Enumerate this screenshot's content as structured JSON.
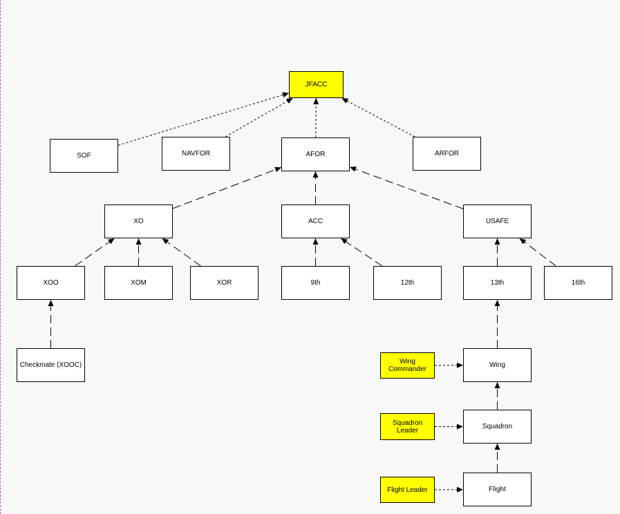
{
  "colors": {
    "background": "#f8f8f8",
    "node_fill": "#ffffff",
    "highlight_fill": "#ffff00",
    "edge": "#000000",
    "left_border": "#d040d0"
  },
  "nodes": {
    "jfacc": "JFACC",
    "sof": "SOF",
    "navfor": "NAVFOR",
    "afor": "AFOR",
    "arfor": "ARFOR",
    "xo": "XO",
    "acc": "ACC",
    "usafe": "USAFE",
    "xoo": "XOO",
    "xom": "XOM",
    "xor": "XOR",
    "ninth": "9th",
    "twelfth": "12th",
    "thirteenth": "13th",
    "sixteenth": "16th",
    "checkmate": "Checkmate (XOOC)",
    "wing": "Wing",
    "squadron": "Squadron",
    "flight": "Flight",
    "wing_commander": "Wing\nCommander",
    "squadron_leader": "Squadron\nLeader",
    "flight_leader": "Flight Leader"
  },
  "edges": [
    {
      "from": "sof",
      "to": "jfacc",
      "style": "dotted"
    },
    {
      "from": "navfor",
      "to": "jfacc",
      "style": "dotted"
    },
    {
      "from": "afor",
      "to": "jfacc",
      "style": "dotted"
    },
    {
      "from": "arfor",
      "to": "jfacc",
      "style": "dotted"
    },
    {
      "from": "xo",
      "to": "afor",
      "style": "dashed"
    },
    {
      "from": "acc",
      "to": "afor",
      "style": "dashed"
    },
    {
      "from": "usafe",
      "to": "afor",
      "style": "dashed"
    },
    {
      "from": "xoo",
      "to": "xo",
      "style": "dashed"
    },
    {
      "from": "xom",
      "to": "xo",
      "style": "dashed"
    },
    {
      "from": "xor",
      "to": "xo",
      "style": "dashed"
    },
    {
      "from": "ninth",
      "to": "acc",
      "style": "dashed"
    },
    {
      "from": "twelfth",
      "to": "acc",
      "style": "dashed"
    },
    {
      "from": "thirteenth",
      "to": "usafe",
      "style": "dashed"
    },
    {
      "from": "sixteenth",
      "to": "usafe",
      "style": "dashed"
    },
    {
      "from": "checkmate",
      "to": "xoo",
      "style": "dashed"
    },
    {
      "from": "wing",
      "to": "thirteenth",
      "style": "dashed"
    },
    {
      "from": "squadron",
      "to": "wing",
      "style": "dashed"
    },
    {
      "from": "flight",
      "to": "squadron",
      "style": "dashed"
    },
    {
      "from": "wing_commander",
      "to": "wing",
      "style": "dotted"
    },
    {
      "from": "squadron_leader",
      "to": "squadron",
      "style": "dotted"
    },
    {
      "from": "flight_leader",
      "to": "flight",
      "style": "dotted"
    }
  ]
}
